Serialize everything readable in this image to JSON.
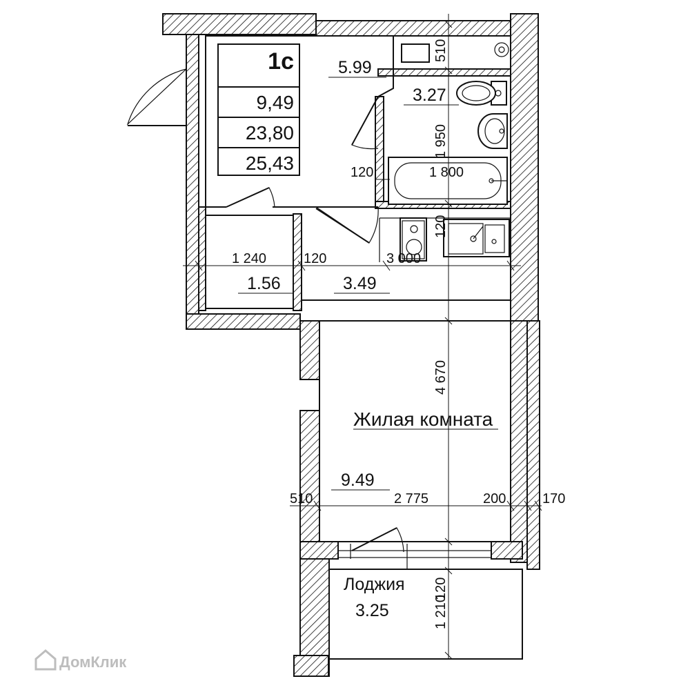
{
  "info_box": {
    "type": "1с",
    "living_area": "9,49",
    "area_without_loggia": "23,80",
    "total_area": "25,43"
  },
  "rooms": {
    "hallway": "5.99",
    "bathroom": "3.27",
    "storage": "1.56",
    "kitchen_zone": "3.49",
    "living_name": "Жилая комната",
    "living_area": "9.49",
    "loggia_name": "Лоджия",
    "loggia_area": "3.25"
  },
  "dimensions": {
    "d_510_top": "510",
    "d_1950": "1 950",
    "d_120_bath": "120",
    "d_1800": "1 800",
    "d_120_kitchen": "120",
    "d_1240": "1 240",
    "d_120_mid": "120",
    "d_3000": "3 000",
    "d_4670": "4 670",
    "d_510_left": "510",
    "d_2775": "2 775",
    "d_200": "200",
    "d_170": "170",
    "d_120_loggia": "120",
    "d_1210": "1 210"
  },
  "watermark": "ДомКлик"
}
